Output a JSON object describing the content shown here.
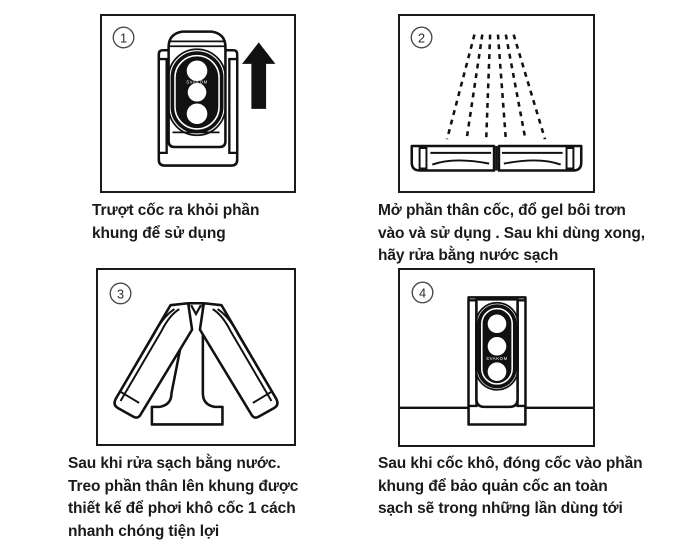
{
  "document": {
    "kind": "instruction-sheet",
    "language": "vi",
    "background_color": "#ffffff",
    "ink_color": "#1a1a1a"
  },
  "steps": [
    {
      "number": "1",
      "badge_label": "1",
      "caption": "Trượt cốc ra khỏi phần\nkhung để sử dụng",
      "illustration": {
        "name": "cup-sliding-out-of-frame",
        "brand_mark": "SVAKOM",
        "elements": [
          "outer-frame",
          "inner-cup",
          "three-openings",
          "up-arrow"
        ]
      }
    },
    {
      "number": "2",
      "badge_label": "2",
      "caption": "Mở phần thân cốc, đổ gel bôi trơn\nvào và sử dụng . Sau khi dùng xong,\nhãy rửa bằng nước sạch",
      "illustration": {
        "name": "open-cup-with-lubricant-spray",
        "elements": [
          "spray-dashes",
          "opened-cup-halves"
        ],
        "spray_line_count": "6"
      }
    },
    {
      "number": "3",
      "badge_label": "3",
      "caption": "Sau khi rửa sạch bằng nước.\nTreo phần thân lên khung được\nthiết kế để phơi khô cốc 1 cách\nnhanh chóng tiện lợi",
      "illustration": {
        "name": "sleeve-drying-on-stand",
        "elements": [
          "left-sleeve-half",
          "right-sleeve-half",
          "drying-stand"
        ]
      }
    },
    {
      "number": "4",
      "badge_label": "4",
      "caption": "Sau khi cốc khô, đóng cốc vào phần\nkhung để bảo quản cốc an toàn\nsạch sẽ trong những lần dùng tới",
      "illustration": {
        "name": "cup-stored-in-frame-on-surface",
        "brand_mark": "SVAKOM",
        "elements": [
          "frame",
          "cup",
          "three-openings",
          "table-surface-line"
        ]
      }
    }
  ]
}
